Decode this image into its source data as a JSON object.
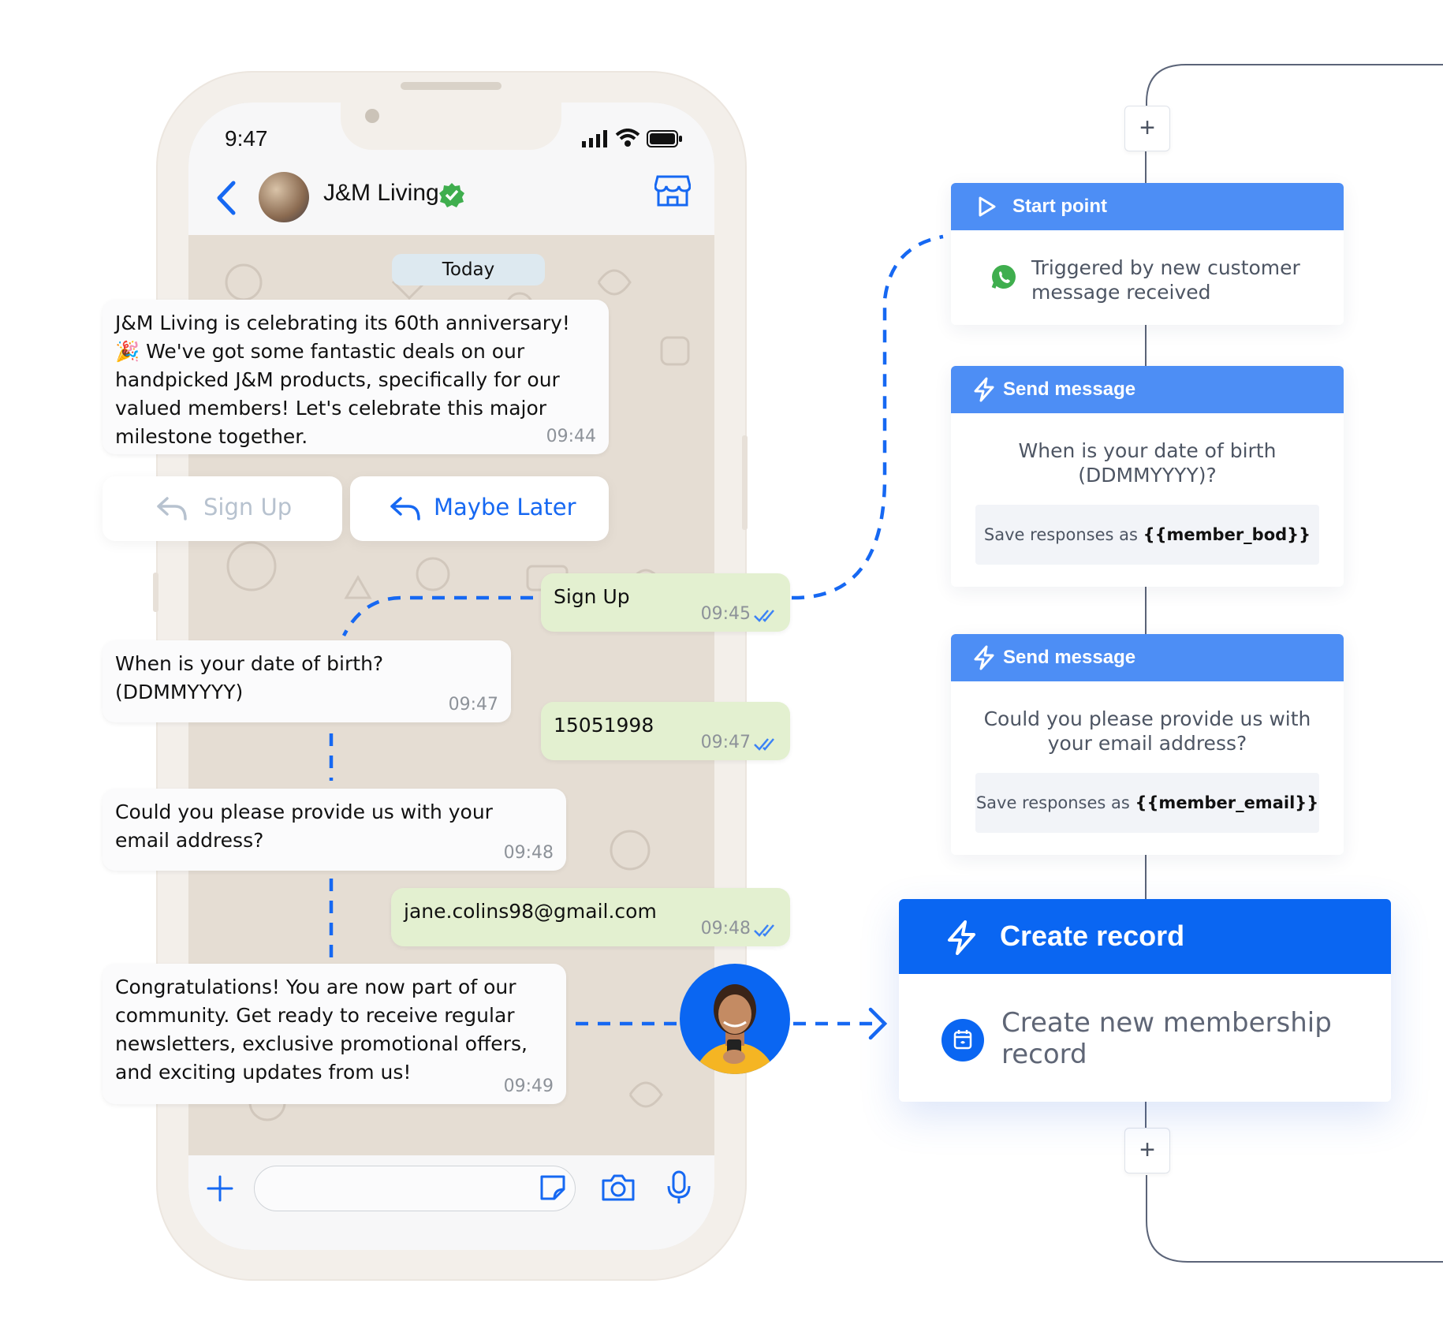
{
  "phone": {
    "status": {
      "time": "9:47"
    },
    "header": {
      "contact_name": "J&M Living"
    },
    "date_chip": "Today",
    "messages": [
      {
        "text": "J&M Living is celebrating its 60th anniversary!\n🎉 We've got some fantastic deals on our\nhandpicked J&M products, specifically for our\nvalued members! Let's celebrate this major\nmilestone together.",
        "time": "09:44"
      },
      {
        "text": "Sign Up",
        "time": "09:45"
      },
      {
        "text": "When is your date of birth?\n(DDMMYYYY)",
        "time": "09:47"
      },
      {
        "text": "15051998",
        "time": "09:47"
      },
      {
        "text": "Could you please provide us with your\nemail address?",
        "time": "09:48"
      },
      {
        "text": "jane.colins98@gmail.com",
        "time": "09:48"
      },
      {
        "text": "Congratulations! You are now part of our\ncommunity. Get ready to receive regular\nnewsletters, exclusive promotional offers,\nand exciting updates from us!",
        "time": "09:49"
      }
    ],
    "quick_replies": [
      "Sign Up",
      "Maybe Later"
    ]
  },
  "flow": {
    "start": {
      "title": "Start point",
      "text": "Triggered by new customer\nmessage received"
    },
    "send1": {
      "title": "Send message",
      "text": "When is your date of birth\n(DDMMYYYY)?",
      "save_prefix": "Save responses as ",
      "save_var": "{{member_bod}}"
    },
    "send2": {
      "title": "Send message",
      "text": "Could you please provide us with\nyour email address?",
      "save_prefix": "Save responses as ",
      "save_var": "{{member_email}}"
    },
    "create": {
      "title": "Create record",
      "text": "Create new membership\nrecord"
    },
    "add_step_label": "+"
  },
  "colors": {
    "accent": "#4d8ef5",
    "primary": "#0a66f2",
    "dash": "#1668f2",
    "out_bubble": "#e3f0d0",
    "tick": "#3b82f6"
  }
}
